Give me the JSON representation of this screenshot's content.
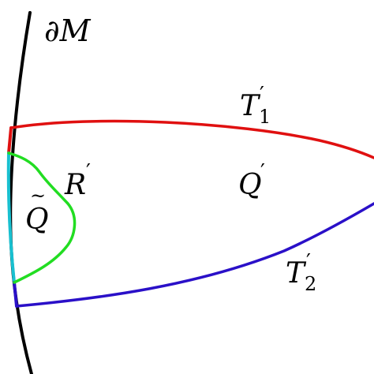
{
  "labels": {
    "boundary": "∂M",
    "region_R": "R",
    "region_Q": "Q",
    "region_Q_tilde": "Q",
    "curve_T1": "T",
    "curve_T2": "T",
    "prime": "′",
    "tilde": "~",
    "sub_1": "1",
    "sub_2": "2"
  },
  "colors": {
    "boundary": "#000000",
    "curve_T1": "#e01010",
    "curve_T2": "#2a10c8",
    "curve_R": "#22dd22",
    "boundary_segment_red": "#e01010",
    "boundary_segment_cyan": "#18c0d0",
    "boundary_segment_blue": "#2a10c8"
  }
}
